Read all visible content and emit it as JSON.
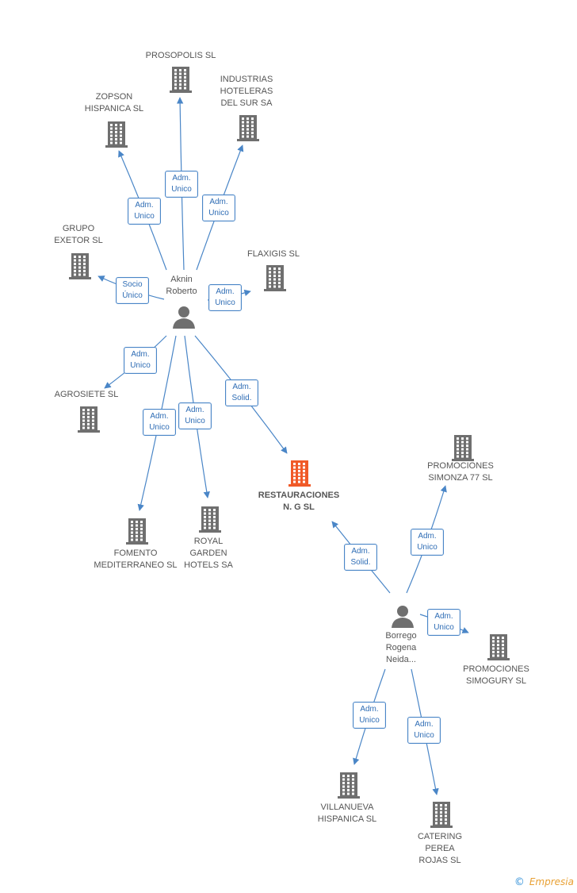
{
  "colors": {
    "edge": "#4a86c7",
    "building": "#6f6f6f",
    "focal_building": "#f05a28",
    "person": "#6f6f6f"
  },
  "nodes": [
    {
      "id": "prosopolis",
      "kind": "company",
      "label": "PROSOPOLIS SL"
    },
    {
      "id": "industrias",
      "kind": "company",
      "label": "INDUSTRIAS\nHOTELERAS\nDEL SUR SA"
    },
    {
      "id": "zopson",
      "kind": "company",
      "label": "ZOPSON\nHISPANICA SL"
    },
    {
      "id": "grupo",
      "kind": "company",
      "label": "GRUPO\nEXETOR SL"
    },
    {
      "id": "flaxigis",
      "kind": "company",
      "label": "FLAXIGIS SL"
    },
    {
      "id": "aknin",
      "kind": "person",
      "label": "Aknin\nRoberto"
    },
    {
      "id": "agrosiete",
      "kind": "company",
      "label": "AGROSIETE SL"
    },
    {
      "id": "restauraciones",
      "kind": "focal",
      "label": "RESTAURACIONES\nN. G SL"
    },
    {
      "id": "fomento",
      "kind": "company",
      "label": "FOMENTO\nMEDITERRANEO SL"
    },
    {
      "id": "royal",
      "kind": "company",
      "label": "ROYAL\nGARDEN\nHOTELS SA"
    },
    {
      "id": "simonza",
      "kind": "company",
      "label": "PROMOCIONES\nSIMONZA 77 SL"
    },
    {
      "id": "borrego",
      "kind": "person",
      "label": "Borrego\nRogena\nNeida..."
    },
    {
      "id": "simogury",
      "kind": "company",
      "label": "PROMOCIONES\nSIMOGURY SL"
    },
    {
      "id": "villanueva",
      "kind": "company",
      "label": "VILLANUEVA\nHISPANICA SL"
    },
    {
      "id": "catering",
      "kind": "company",
      "label": "CATERING\nPEREA\nROJAS SL"
    }
  ],
  "edges": [
    {
      "from": "aknin",
      "to": "prosopolis",
      "role": "Adm.\nUnico"
    },
    {
      "from": "aknin",
      "to": "zopson",
      "role": "Adm.\nUnico"
    },
    {
      "from": "aknin",
      "to": "industrias",
      "role": "Adm.\nUnico"
    },
    {
      "from": "aknin",
      "to": "grupo",
      "role": "Socio\nÚnico"
    },
    {
      "from": "aknin",
      "to": "flaxigis",
      "role": "Adm.\nUnico"
    },
    {
      "from": "aknin",
      "to": "agrosiete",
      "role": "Adm.\nUnico"
    },
    {
      "from": "aknin",
      "to": "fomento",
      "role": "Adm.\nUnico"
    },
    {
      "from": "aknin",
      "to": "royal",
      "role": "Adm.\nUnico"
    },
    {
      "from": "aknin",
      "to": "restauraciones",
      "role": "Adm.\nSolid."
    },
    {
      "from": "borrego",
      "to": "restauraciones",
      "role": "Adm.\nSolid."
    },
    {
      "from": "borrego",
      "to": "simonza",
      "role": "Adm.\nUnico"
    },
    {
      "from": "borrego",
      "to": "simogury",
      "role": "Adm.\nUnico"
    },
    {
      "from": "borrego",
      "to": "villanueva",
      "role": "Adm.\nUnico"
    },
    {
      "from": "borrego",
      "to": "catering",
      "role": "Adm.\nUnico"
    }
  ],
  "footer": {
    "copyright": "©",
    "brand": "Empresia"
  }
}
